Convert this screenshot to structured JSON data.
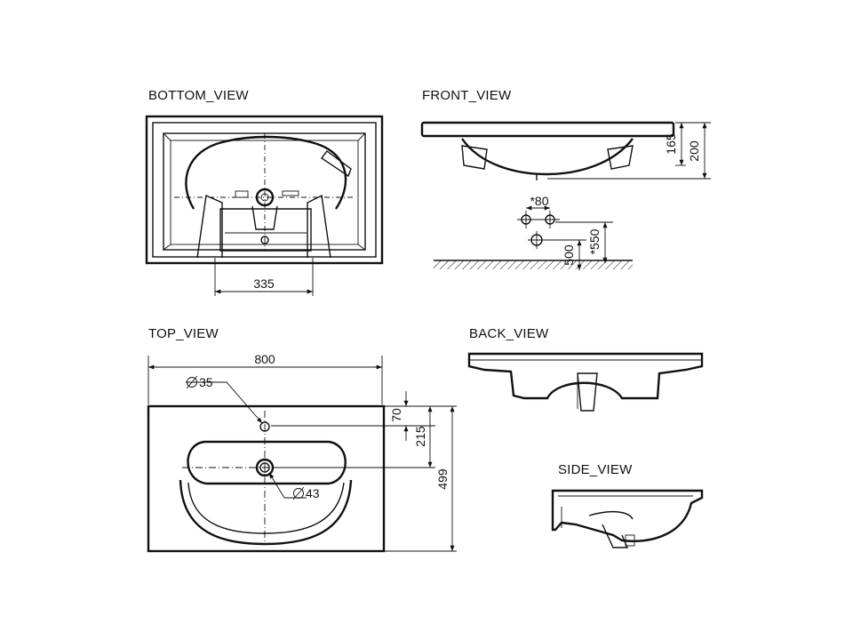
{
  "views": {
    "bottom": "BOTTOM_VIEW",
    "front": "FRONT_VIEW",
    "top": "TOP_VIEW",
    "back": "BACK_VIEW",
    "side": "SIDE_VIEW"
  },
  "dimensions": {
    "bottom_width": "335",
    "front_h165": "165",
    "front_h200": "200",
    "tap_spacing": "*80",
    "drain_height": "500",
    "tap_height": "*550",
    "top_width": "800",
    "tap_hole_dia": "35",
    "drain_hole_dia": "43",
    "tap_offset": "70",
    "drain_offset": "215",
    "depth": "499"
  }
}
